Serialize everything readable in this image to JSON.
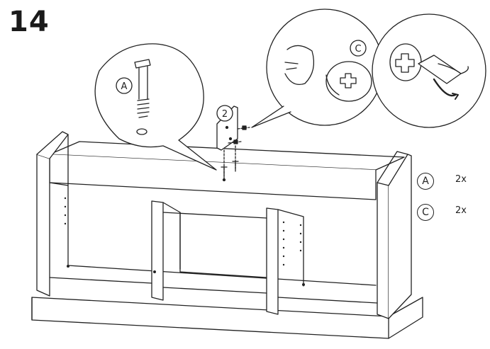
{
  "step": {
    "number": "14"
  },
  "callouts": {
    "part_a_label": "A",
    "part_c_label": "C",
    "sub_step_label": "2"
  },
  "parts": [
    {
      "label": "A",
      "quantity": "2x"
    },
    {
      "label": "C",
      "quantity": "2x"
    }
  ],
  "colors": {
    "line": "#222222",
    "shade": "#cfcfcf",
    "background": "#ffffff"
  }
}
